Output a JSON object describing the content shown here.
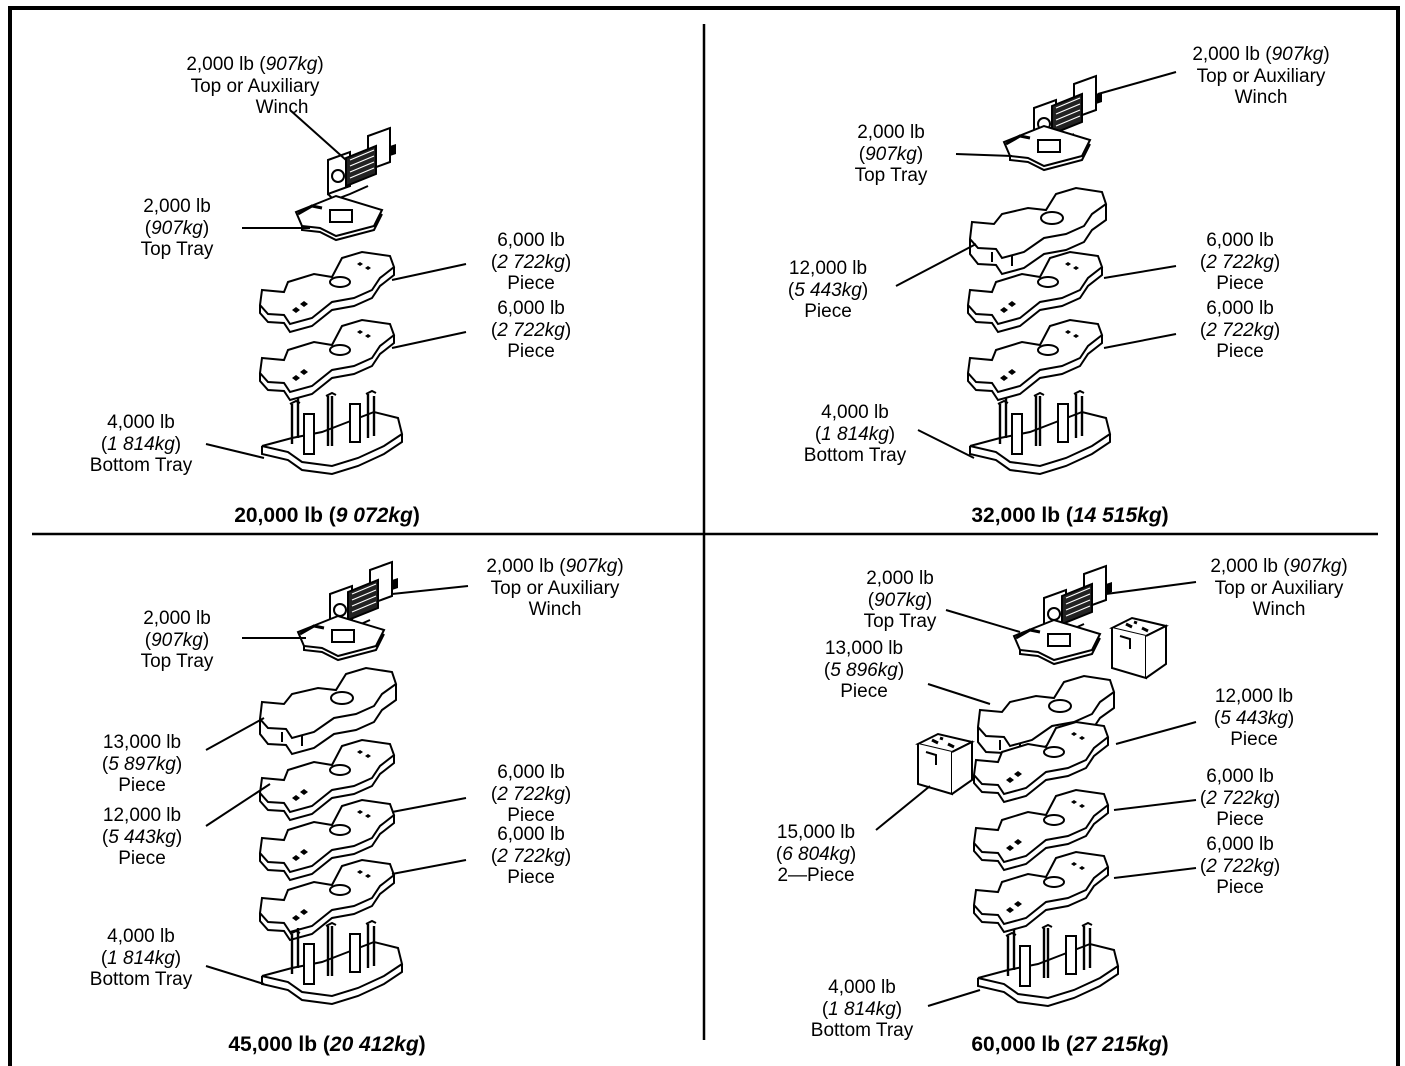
{
  "quadrants": [
    {
      "title": {
        "main": "20,000 lb (",
        "metric": "9 072kg",
        "end": ")"
      },
      "labels": [
        {
          "l1": "2,000 lb (",
          "l1i": "907kg",
          "l1e": ")",
          "l2": "Top or Auxiliary",
          "l3": "Winch"
        },
        {
          "l1": "2,000 lb",
          "l2a": "(",
          "l2i": "907kg",
          "l2e": ")",
          "l3": "Top Tray"
        },
        {
          "l1": "6,000 lb",
          "l2a": "(",
          "l2i": "2 722kg",
          "l2e": ")",
          "l3": "Piece"
        },
        {
          "l1": "6,000 lb",
          "l2a": "(",
          "l2i": "2 722kg",
          "l2e": ")",
          "l3": "Piece"
        },
        {
          "l1": "4,000 lb",
          "l2a": "(",
          "l2i": "1 814kg",
          "l2e": ")",
          "l3": "Bottom Tray"
        }
      ]
    },
    {
      "title": {
        "main": "32,000 lb (",
        "metric": "14 515kg",
        "end": ")"
      },
      "labels": [
        {
          "l1": "2,000 lb (",
          "l1i": "907kg",
          "l1e": ")",
          "l2": "Top or Auxiliary",
          "l3": "Winch"
        },
        {
          "l1": "2,000 lb",
          "l2a": "(",
          "l2i": "907kg",
          "l2e": ")",
          "l3": "Top Tray"
        },
        {
          "l1": "12,000 lb",
          "l2a": "(",
          "l2i": "5 443kg",
          "l2e": ")",
          "l3": "Piece"
        },
        {
          "l1": "6,000 lb",
          "l2a": "(",
          "l2i": "2 722kg",
          "l2e": ")",
          "l3": "Piece"
        },
        {
          "l1": "6,000 lb",
          "l2a": "(",
          "l2i": "2 722kg",
          "l2e": ")",
          "l3": "Piece"
        },
        {
          "l1": "4,000 lb",
          "l2a": "(",
          "l2i": "1 814kg",
          "l2e": ")",
          "l3": "Bottom Tray"
        }
      ]
    },
    {
      "title": {
        "main": "45,000 lb (",
        "metric": "20 412kg",
        "end": ")"
      },
      "labels": [
        {
          "l1": "2,000 lb (",
          "l1i": "907kg",
          "l1e": ")",
          "l2": "Top or Auxiliary",
          "l3": "Winch"
        },
        {
          "l1": "2,000 lb",
          "l2a": "(",
          "l2i": "907kg",
          "l2e": ")",
          "l3": "Top Tray"
        },
        {
          "l1": "13,000 lb",
          "l2a": "(",
          "l2i": "5 897kg",
          "l2e": ")",
          "l3": "Piece"
        },
        {
          "l1": "12,000 lb",
          "l2a": "(",
          "l2i": "5 443kg",
          "l2e": ")",
          "l3": "Piece"
        },
        {
          "l1": "6,000 lb",
          "l2a": "(",
          "l2i": "2 722kg",
          "l2e": ")",
          "l3": "Piece"
        },
        {
          "l1": "6,000 lb",
          "l2a": "(",
          "l2i": "2 722kg",
          "l2e": ")",
          "l3": "Piece"
        },
        {
          "l1": "4,000 lb",
          "l2a": "(",
          "l2i": "1 814kg",
          "l2e": ")",
          "l3": "Bottom Tray"
        }
      ]
    },
    {
      "title": {
        "main": "60,000 lb (",
        "metric": "27 215kg",
        "end": ")"
      },
      "labels": [
        {
          "l1": "2,000 lb (",
          "l1i": "907kg",
          "l1e": ")",
          "l2": "Top or Auxiliary",
          "l3": "Winch"
        },
        {
          "l1": "2,000 lb",
          "l2a": "(",
          "l2i": "907kg",
          "l2e": ")",
          "l3": "Top Tray"
        },
        {
          "l1": "13,000 lb",
          "l2a": "(",
          "l2i": "5 896kg",
          "l2e": ")",
          "l3": "Piece"
        },
        {
          "l1": "12,000 lb",
          "l2a": "(",
          "l2i": "5 443kg",
          "l2e": ")",
          "l3": "Piece"
        },
        {
          "l1": "6,000 lb",
          "l2a": "(",
          "l2i": "2 722kg",
          "l2e": ")",
          "l3": "Piece"
        },
        {
          "l1": "6,000 lb",
          "l2a": "(",
          "l2i": "2 722kg",
          "l2e": ")",
          "l3": "Piece"
        },
        {
          "l1": "15,000 lb",
          "l2a": "(",
          "l2i": "6 804kg",
          "l2e": ")",
          "l3": "2—Piece"
        },
        {
          "l1": "4,000 lb",
          "l2a": "(",
          "l2i": "1 814kg",
          "l2e": ")",
          "l3": "Bottom Tray"
        }
      ]
    }
  ]
}
